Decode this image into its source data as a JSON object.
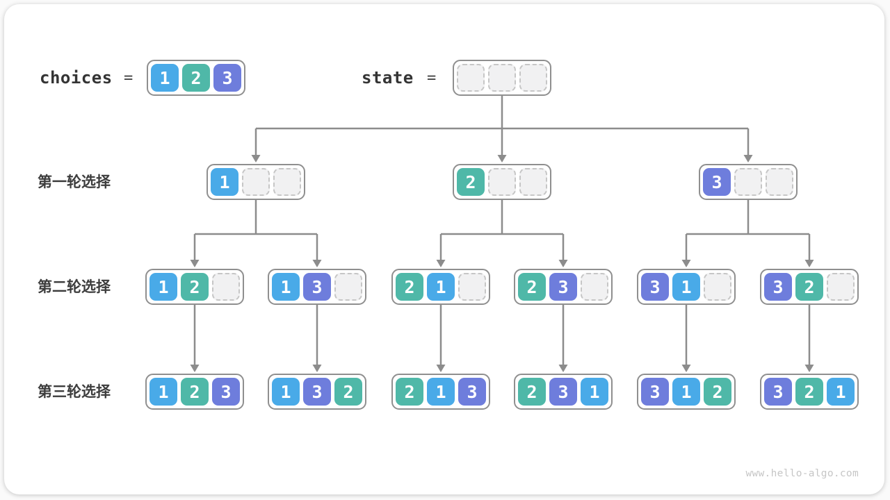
{
  "header": {
    "choices": {
      "label": "choices",
      "equals": "=",
      "values": [
        "1",
        "2",
        "3"
      ]
    },
    "state": {
      "label": "state",
      "equals": "=",
      "values": [
        "",
        "",
        ""
      ]
    }
  },
  "rows": [
    {
      "label": "第一轮选择",
      "nodes": [
        [
          "1",
          "",
          ""
        ],
        [
          "2",
          "",
          ""
        ],
        [
          "3",
          "",
          ""
        ]
      ]
    },
    {
      "label": "第二轮选择",
      "nodes": [
        [
          "1",
          "2",
          ""
        ],
        [
          "1",
          "3",
          ""
        ],
        [
          "2",
          "1",
          ""
        ],
        [
          "2",
          "3",
          ""
        ],
        [
          "3",
          "1",
          ""
        ],
        [
          "3",
          "2",
          ""
        ]
      ]
    },
    {
      "label": "第三轮选择",
      "nodes": [
        [
          "1",
          "2",
          "3"
        ],
        [
          "1",
          "3",
          "2"
        ],
        [
          "2",
          "1",
          "3"
        ],
        [
          "2",
          "3",
          "1"
        ],
        [
          "3",
          "1",
          "2"
        ],
        [
          "3",
          "2",
          "1"
        ]
      ]
    }
  ],
  "colors": {
    "value_1": "#49AAE8",
    "value_2": "#4FB8A8",
    "value_3": "#6E7DDC",
    "arrow": "#8C8C8C",
    "node_border": "#8F8F8F",
    "empty_fill": "#F1F1F2",
    "empty_border": "#C6C6C6"
  },
  "watermark": "www.hello-algo.com"
}
